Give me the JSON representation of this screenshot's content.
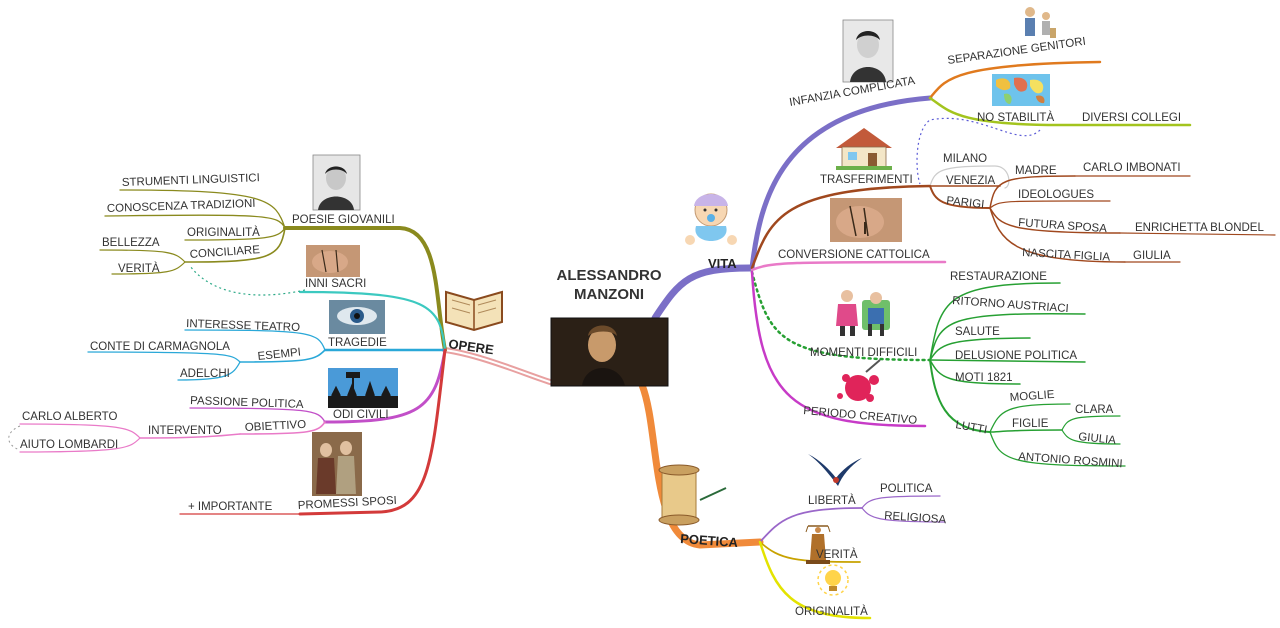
{
  "center": {
    "line1": "ALESSANDRO",
    "line2": "MANZONI"
  },
  "branches": {
    "vita": "VITA",
    "opere": "OPERE",
    "poetica": "POETICA"
  },
  "vita": {
    "infanzia": "INFANZIA COMPLICATA",
    "separazione": "SEPARAZIONE GENITORI",
    "no_stabilita": "NO STABILITÀ",
    "diversi_collegi": "DIVERSI COLLEGI",
    "trasferimenti": "TRASFERIMENTI",
    "milano": "MILANO",
    "venezia": "VENEZIA",
    "parigi": "PARIGI",
    "madre": "MADRE",
    "carlo_imbonati": "CARLO IMBONATI",
    "ideologues": "IDEOLOGUES",
    "futura_sposa": "FUTURA SPOSA",
    "enrichetta": "ENRICHETTA BLONDEL",
    "nascita_figlia": "NASCITA FIGLIA",
    "giulia": "GIULIA",
    "conversione": "CONVERSIONE CATTOLICA",
    "momenti": "MOMENTI DIFFICILI",
    "restaurazione": "RESTAURAZIONE",
    "ritorno": "RITORNO AUSTRIACI",
    "salute": "SALUTE",
    "delusione": "DELUSIONE POLITICA",
    "moti": "MOTI 1821",
    "lutti": "LUTTI",
    "moglie": "MOGLIE",
    "figlie": "FIGLIE",
    "clara": "CLARA",
    "giulia2": "GIULIA",
    "antonio": "ANTONIO ROSMINI",
    "periodo": "PERIODO CREATIVO"
  },
  "opere": {
    "poesie": "POESIE GIOVANILI",
    "strumenti": "STRUMENTI LINGUISTICI",
    "conoscenza": "CONOSCENZA TRADIZIONI",
    "originalita": "ORIGINALITÀ",
    "conciliare": "CONCILIARE",
    "bellezza": "BELLEZZA",
    "verita": "VERITÀ",
    "inni": "INNI SACRI",
    "tragedie": "TRAGEDIE",
    "interesse": "INTERESSE TEATRO",
    "esempi": "ESEMPI",
    "conte": "CONTE DI CARMAGNOLA",
    "adelchi": "ADELCHI",
    "odi": "ODI CIVILI",
    "passione": "PASSIONE POLITICA",
    "obiettivo": "OBIETTIVO",
    "intervento": "INTERVENTO",
    "carlo_alberto": "CARLO ALBERTO",
    "aiuto": "AIUTO LOMBARDI",
    "promessi": "PROMESSI SPOSI",
    "importante": "+ IMPORTANTE"
  },
  "poetica": {
    "liberta": "LIBERTÀ",
    "politica": "POLITICA",
    "religiosa": "RELIGIOSA",
    "verita": "VERITÀ",
    "originalita": "ORIGINALITÀ"
  },
  "colors": {
    "vita": "#7b6fc7",
    "opere_poesie": "#8a8a1e",
    "opere_inni": "#3cc9c0",
    "opere_tragedie": "#2aa8d8",
    "opere_odi": "#c24fc8",
    "opere_promessi": "#d33a3a",
    "poetica": "#f08a3a",
    "infanzia": "#8fa61e",
    "trasferimenti": "#a0481e",
    "conversione": "#e97ac8",
    "momenti": "#27a033",
    "periodo": "#c73bc7",
    "liberta": "#9a67c9",
    "verita_p": "#c8a200",
    "originalita_p": "#e3e300"
  }
}
